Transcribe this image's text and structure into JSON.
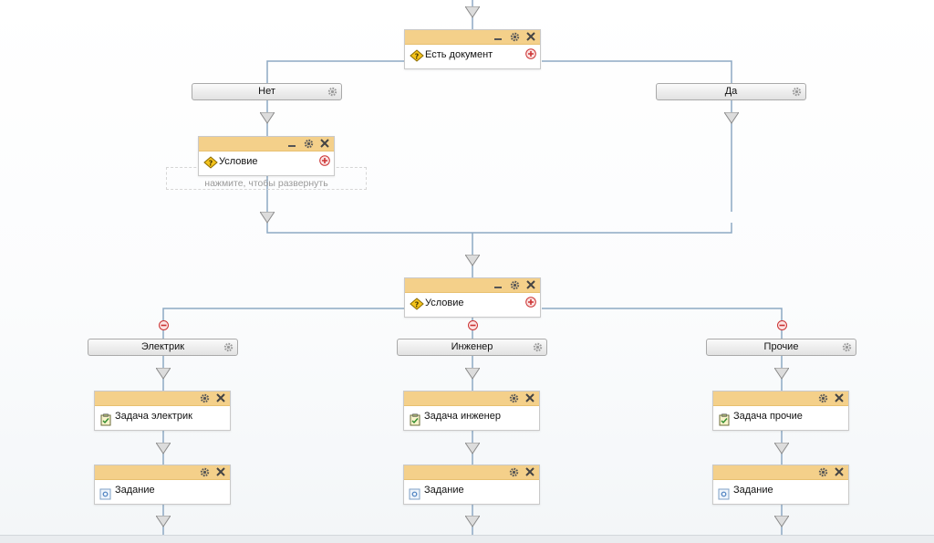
{
  "colors": {
    "card_header": "#f4d08a",
    "connector": "#8da9c4",
    "arrow_fill": "#dcdcdc"
  },
  "nodes": {
    "doc_check": {
      "label": "Есть документ",
      "icon": "condition-icon"
    },
    "condition_inner": {
      "label": "Условие",
      "icon": "condition-icon"
    },
    "condition_main": {
      "label": "Условие",
      "icon": "condition-icon"
    },
    "task_electric": {
      "label": "Задача электрик",
      "icon": "task-icon"
    },
    "task_engineer": {
      "label": "Задача инженер",
      "icon": "task-icon"
    },
    "task_other": {
      "label": "Задача прочие",
      "icon": "task-icon"
    },
    "assign_electric": {
      "label": "Задание",
      "icon": "assignment-icon"
    },
    "assign_engineer": {
      "label": "Задание",
      "icon": "assignment-icon"
    },
    "assign_other": {
      "label": "Задание",
      "icon": "assignment-icon"
    }
  },
  "branches": {
    "no": "Нет",
    "yes": "Да",
    "electric": "Электрик",
    "engineer": "Инженер",
    "other": "Прочие"
  },
  "hint": "нажмите, чтобы развернуть"
}
